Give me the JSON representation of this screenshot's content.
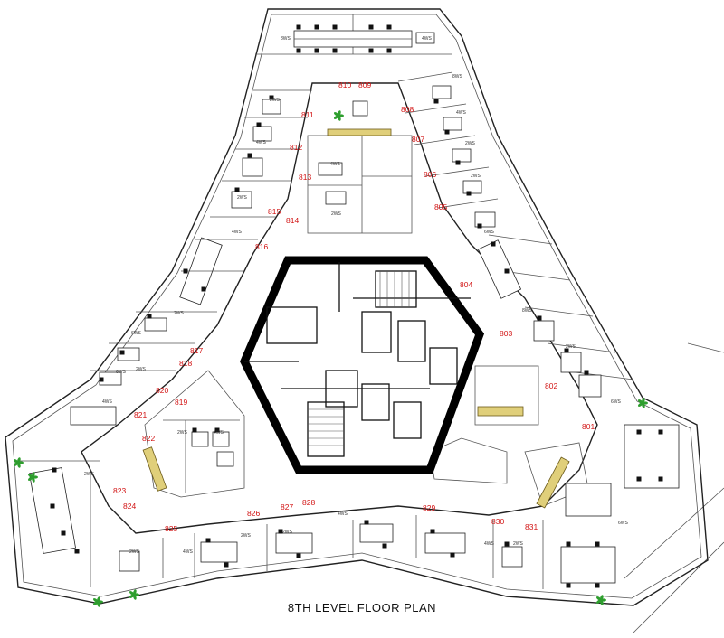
{
  "title": "8TH LEVEL FLOOR PLAN",
  "room_numbers": [
    "801",
    "802",
    "803",
    "804",
    "805",
    "806",
    "807",
    "808",
    "809",
    "810",
    "811",
    "812",
    "813",
    "814",
    "815",
    "816",
    "817",
    "818",
    "819",
    "820",
    "821",
    "822",
    "823",
    "824",
    "825",
    "826",
    "827",
    "828",
    "829",
    "830",
    "831"
  ],
  "workstation_labels": [
    "8WS",
    "4WS",
    "2WS",
    "4WS",
    "2WS",
    "4WS",
    "2WS",
    "6WS",
    "2WS",
    "4WS",
    "2WS",
    "2WS",
    "4WS",
    "2WS",
    "4WS",
    "2WS",
    "4WS",
    "2WS",
    "6WS",
    "2WS",
    "8WS",
    "6WS",
    "8WS",
    "4WS",
    "2WS",
    "2WS",
    "4WS",
    "2WS",
    "4WS",
    "2WS",
    "6WS",
    "6WS"
  ],
  "colors": {
    "room_number": "#d21414",
    "core": "#000000",
    "bench": "#e0cf7a",
    "plant": "#2e9e2e"
  },
  "icons": [
    "plant-icon",
    "chair-icon",
    "desk-icon",
    "stair-icon",
    "door-icon"
  ]
}
